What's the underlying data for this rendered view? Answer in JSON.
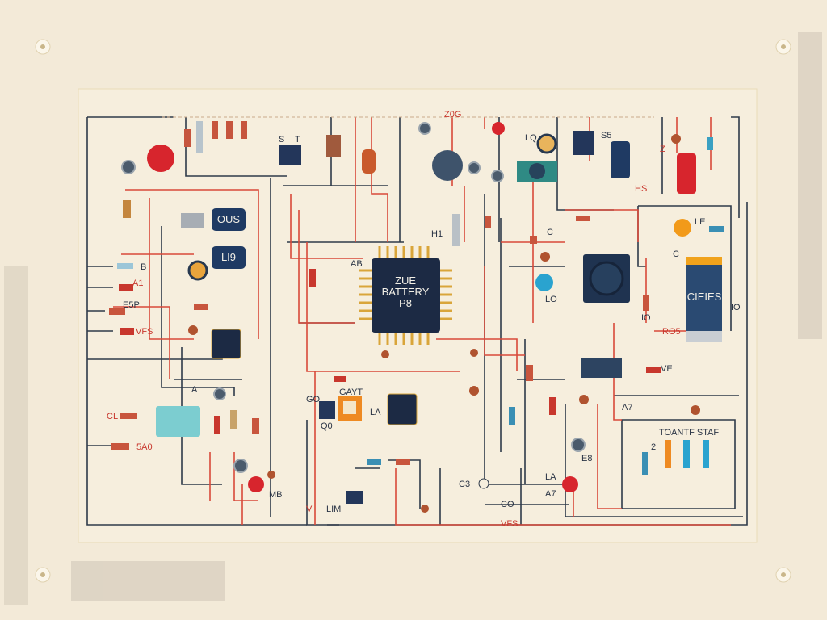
{
  "diagram": {
    "main_chip": {
      "line1": "ZUE",
      "line2": "BATTERY",
      "line3": "P8"
    },
    "labels": {
      "top_resistor": "Z0G",
      "s": "S",
      "t": "T",
      "lq": "LQ",
      "s5": "S5",
      "hs": "HS",
      "z": "Z",
      "le": "LE",
      "c_right": "C",
      "c_mid": "C",
      "lo_mid": "LO",
      "ro5": "RO5",
      "io_small": "IO",
      "io_right": "IO",
      "h1": "H1",
      "ab": "AB",
      "b": "B",
      "a1": "A1",
      "e5p": "E5P",
      "vfs_left": "VFS",
      "cl": "CL",
      "sa0": "5A0",
      "a": "A",
      "mb": "MB",
      "lim": "LIM",
      "vfs_bottom": "VFS",
      "co": "CO",
      "c3": "C3",
      "la_right": "LA",
      "a7_right": "A7",
      "a7_far": "A7",
      "v": "V",
      "go": "GO",
      "gayt": "GAYT",
      "la_left": "LA",
      "q0": "Q0",
      "ve": "VE",
      "e8": "E8",
      "sub_title": "TOANTF STAF",
      "two": "2"
    },
    "capacitors": {
      "ous": "OUS",
      "li9": "LI9"
    },
    "battery_label": "CIEIES",
    "colors": {
      "background": "#f3ead8",
      "wire_dark": "#2f3a4a",
      "wire_red": "#d8493a",
      "chip": "#1c2a44"
    }
  }
}
